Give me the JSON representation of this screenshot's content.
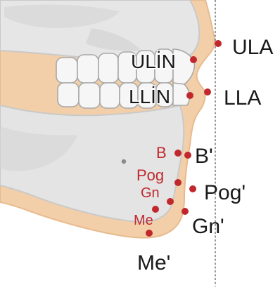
{
  "colors": {
    "skin": "#f2cfa8",
    "skin_outline": "#e8bb8e",
    "bone": "#e6e6e6",
    "bone_dark": "#c9c9c9",
    "tooth": "#f4f4f4",
    "landmark": "#c0282d",
    "label_dark": "#1a1a1a",
    "reference_line": "#555555"
  },
  "landmarks": {
    "soft_tissue": {
      "ula": "ULA",
      "lla": "LLA",
      "b_prime": "B'",
      "pog_prime": "Pog'",
      "gn_prime": "Gn'",
      "me_prime": "Me'"
    },
    "hard_tissue": {
      "ulin": "ULİN",
      "llin": "LLİN",
      "b": "B",
      "pog": "Pog",
      "gn": "Gn",
      "me": "Me"
    }
  }
}
